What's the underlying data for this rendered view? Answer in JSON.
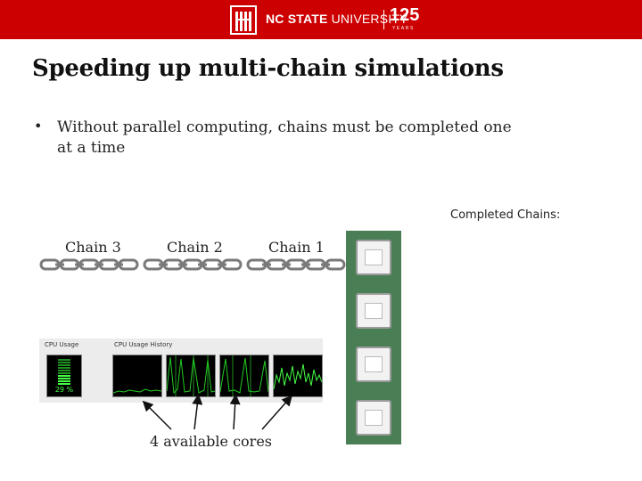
{
  "header": {
    "university_name": "NC STATE",
    "university_word": "UNIVERSITY",
    "anniversary_number": "125",
    "anniversary_word": "YEARS",
    "bar_color": "#cc0000"
  },
  "slide": {
    "title": "Speeding up multi-chain simulations",
    "bullets": [
      "Without parallel computing, chains must be completed one at a time"
    ]
  },
  "completed_label": "Completed Chains:",
  "chains": [
    {
      "label": "Chain 3"
    },
    {
      "label": "Chain 2"
    },
    {
      "label": "Chain 1"
    }
  ],
  "task_manager": {
    "cpu_usage_label": "CPU Usage",
    "cpu_history_label": "CPU Usage History",
    "cpu_percent": "29 %",
    "graph_color": "#22cc22"
  },
  "cores_label": "4 available cores",
  "processor_chip_count": 4,
  "chip_color": "#4a7f55",
  "icons": {
    "logo": "nc-state-logo-icon",
    "chain": "chain-link-icon",
    "processor": "processor-chip-icon",
    "arrow": "pointer-arrow-icon"
  }
}
